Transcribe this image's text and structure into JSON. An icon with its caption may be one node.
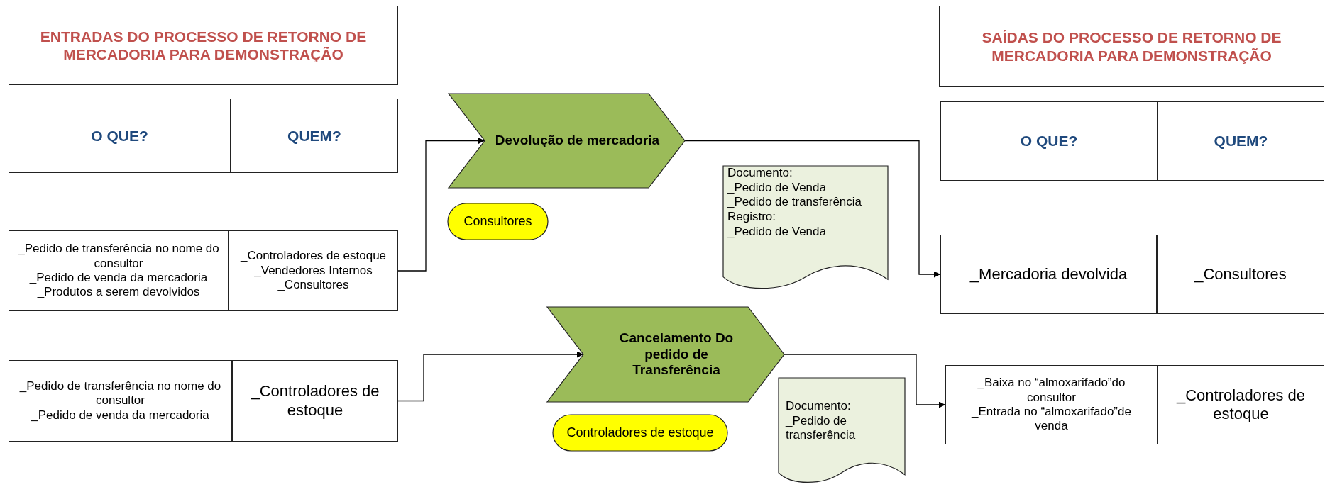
{
  "diagram": {
    "nodes": [
      {
        "text": [
          "ENTRADAS DO PROCESSO DE RETORNO DE MERCADORIA PARA DEMONSTRAÇÃO"
        ]
      },
      {
        "text": [
          "O QUE?"
        ]
      },
      {
        "text": [
          "QUEM?"
        ]
      },
      {
        "text": [
          "Devolução de mercadoria"
        ]
      },
      {
        "text": [
          "SAÍDAS DO PROCESSO DE RETORNO DE MERCADORIA PARA DEMONSTRAÇÃO"
        ]
      },
      {
        "text": [
          "O QUE?"
        ]
      },
      {
        "text": [
          "QUEM?"
        ]
      },
      {
        "text": [
          "Consultores"
        ]
      },
      {
        "text": [
          "Documento:",
          "_Pedido de Venda",
          "_Pedido de transferência",
          "Registro:",
          "_Pedido de Venda"
        ]
      },
      {
        "text": [
          "_Pedido de transferência no nome do consultor",
          "_Pedido de venda da mercadoria",
          "_Produtos a serem devolvidos"
        ]
      },
      {
        "text": [
          "_Controladores de estoque",
          "_Vendedores Internos",
          "_Consultores"
        ]
      },
      {
        "text": [
          "_Mercadoria devolvida"
        ]
      },
      {
        "text": [
          "_Consultores"
        ]
      },
      {
        "text": [
          "Cancelamento Do pedido de Transferência"
        ]
      },
      {
        "text": [
          "_Pedido de transferência no nome do consultor",
          "_Pedido de venda da mercadoria"
        ]
      },
      {
        "text": [
          "_Controladores de estoque"
        ]
      },
      {
        "text": [
          "_Baixa no “almoxarifado”do consultor",
          "_Entrada no “almoxarifado”de venda"
        ]
      },
      {
        "text": [
          "_Controladores de estoque"
        ]
      },
      {
        "text": [
          "Controladores de estoque"
        ]
      },
      {
        "text": [
          "Documento:",
          "_Pedido de transferência"
        ]
      }
    ],
    "edges": [
      {
        "from": 10,
        "to": 3,
        "arrow": "to"
      },
      {
        "from": 3,
        "to": 11,
        "arrow": "to"
      },
      {
        "from": 15,
        "to": 13,
        "arrow": "to"
      },
      {
        "from": 13,
        "to": 16,
        "arrow": "to"
      }
    ]
  }
}
